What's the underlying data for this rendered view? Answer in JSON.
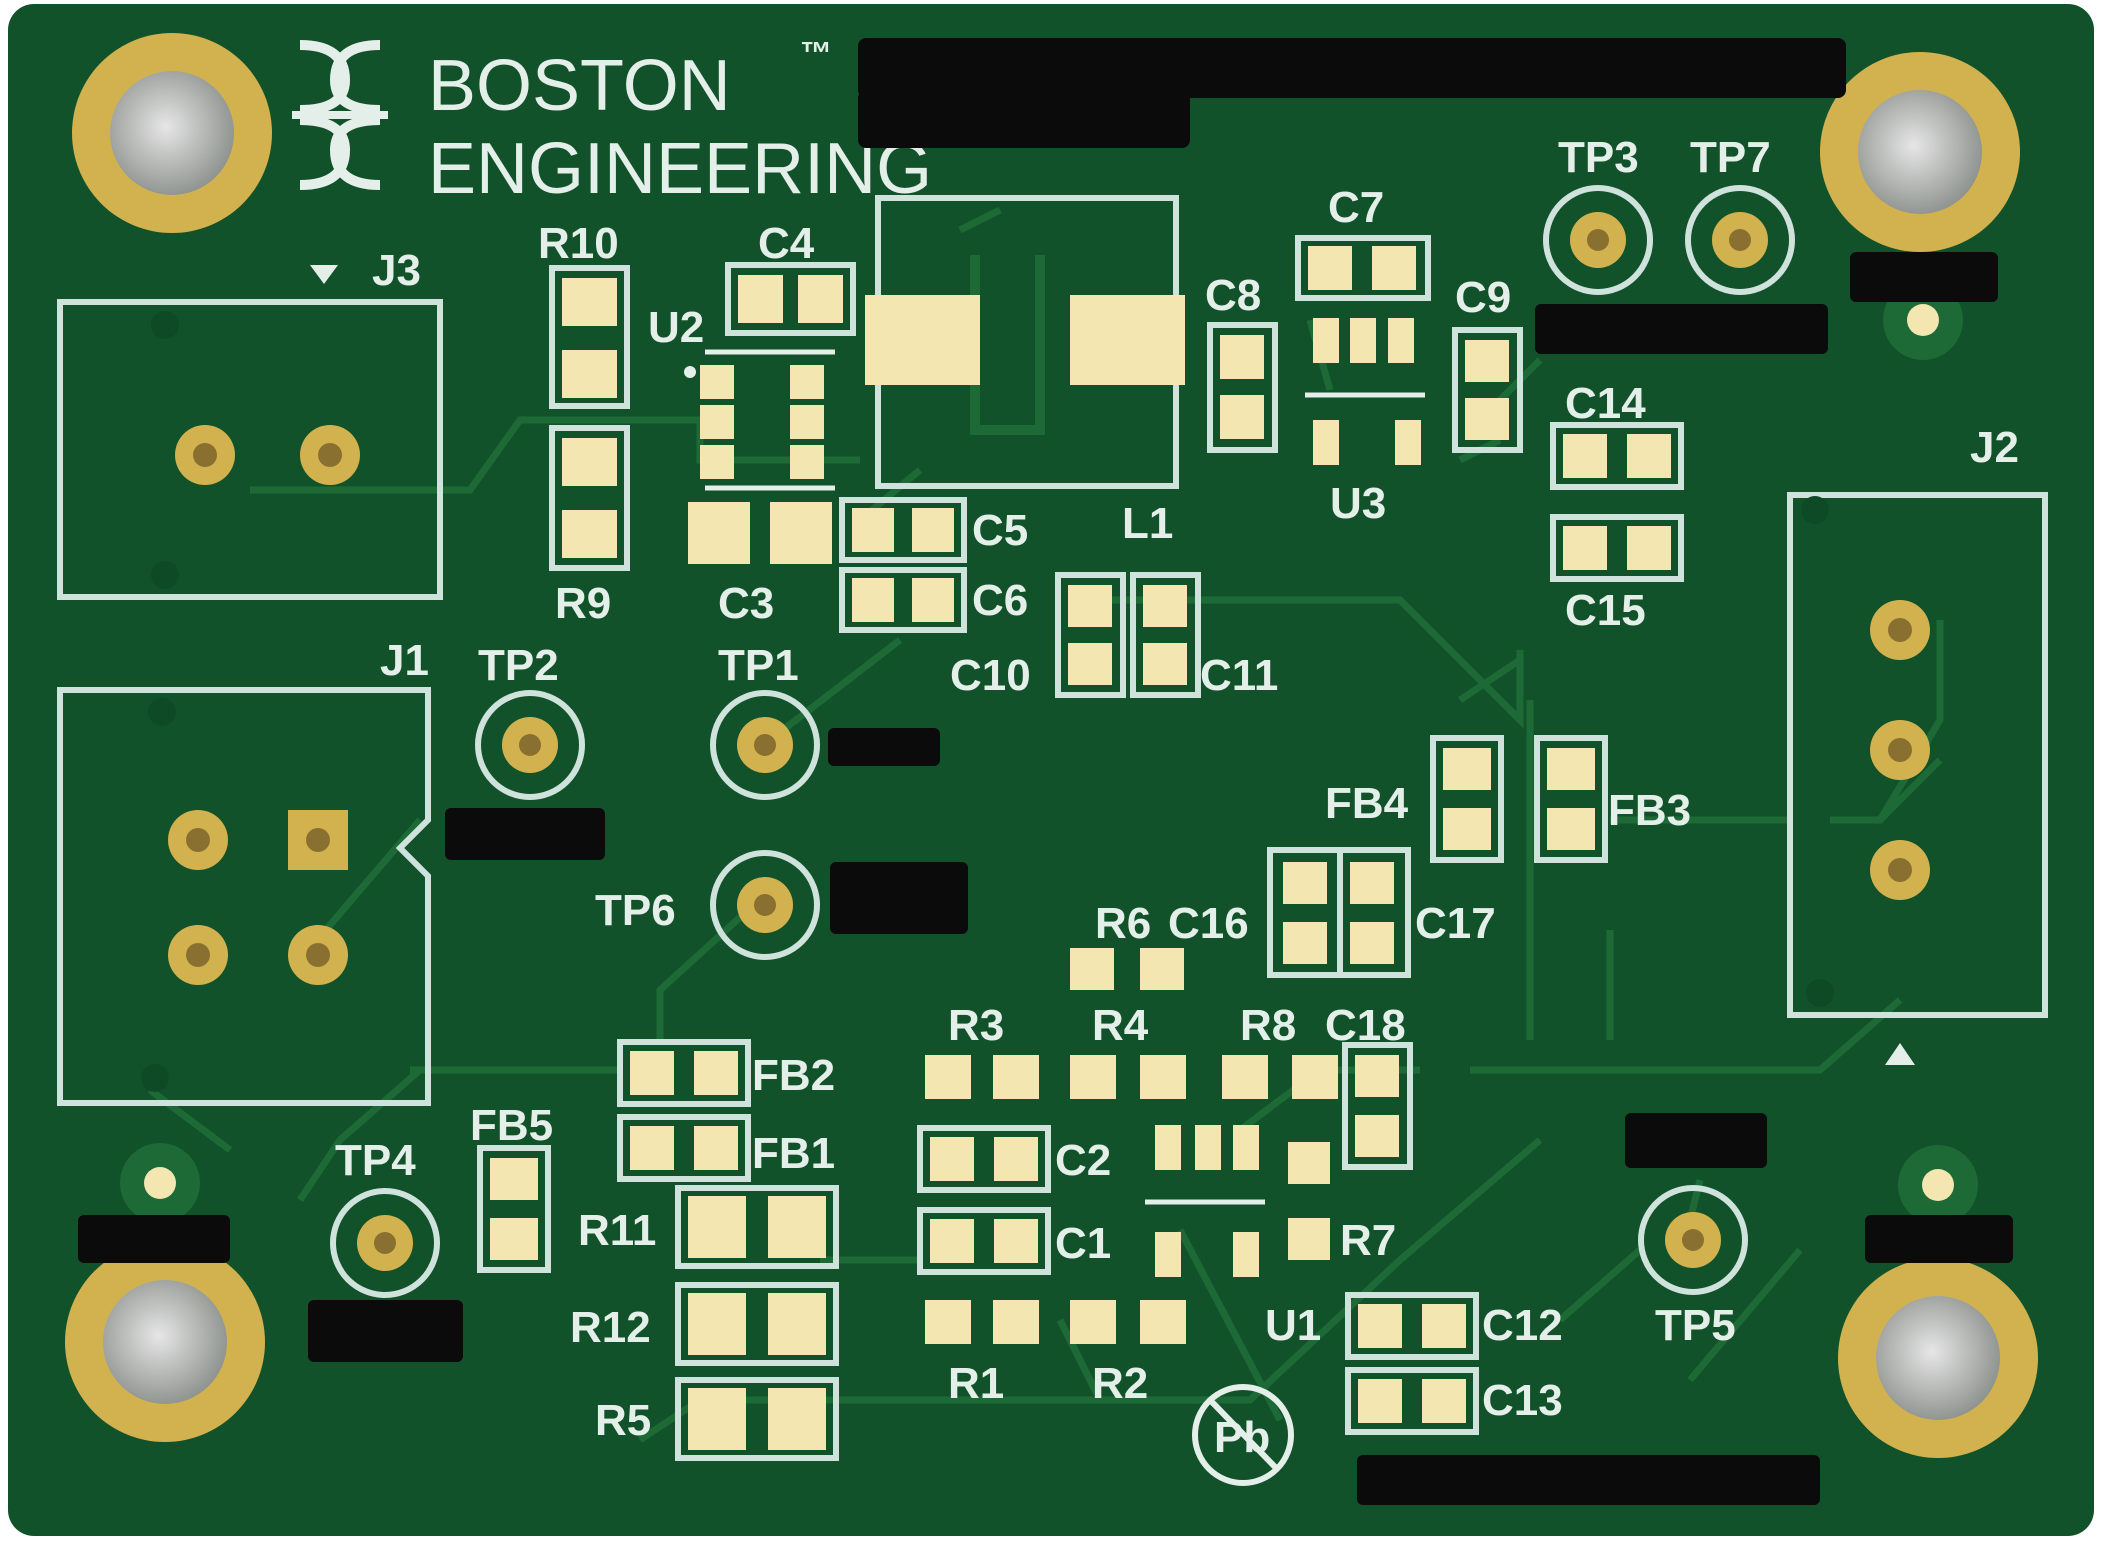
{
  "board": {
    "logo": {
      "line1": "BOSTON",
      "line2": "ENGINEERING",
      "trademark": "™"
    },
    "labels": {
      "J1": "J1",
      "J2": "J2",
      "J3": "J3",
      "TP1": "TP1",
      "TP2": "TP2",
      "TP3": "TP3",
      "TP4": "TP4",
      "TP5": "TP5",
      "TP6": "TP6",
      "TP7": "TP7",
      "U1": "U1",
      "U2": "U2",
      "U3": "U3",
      "L1": "L1",
      "R1": "R1",
      "R2": "R2",
      "R3": "R3",
      "R4": "R4",
      "R5": "R5",
      "R6": "R6",
      "R7": "R7",
      "R8": "R8",
      "R9": "R9",
      "R10": "R10",
      "R11": "R11",
      "R12": "R12",
      "C1": "C1",
      "C2": "C2",
      "C3": "C3",
      "C4": "C4",
      "C5": "C5",
      "C6": "C6",
      "C7": "C7",
      "C8": "C8",
      "C9": "C9",
      "C10": "C10",
      "C11": "C11",
      "C12": "C12",
      "C13": "C13",
      "C14": "C14",
      "C15": "C15",
      "C16": "C16",
      "C17": "C17",
      "C18": "C18",
      "FB1": "FB1",
      "FB2": "FB2",
      "FB3": "FB3",
      "FB4": "FB4",
      "FB5": "FB5"
    },
    "pb_free_mark": "Pb",
    "colors": {
      "solder_mask": "#11522a",
      "silkscreen": "#e4efe9",
      "copper_pad": "#f3e6b0",
      "hole_ring": "#d2b24f"
    }
  }
}
